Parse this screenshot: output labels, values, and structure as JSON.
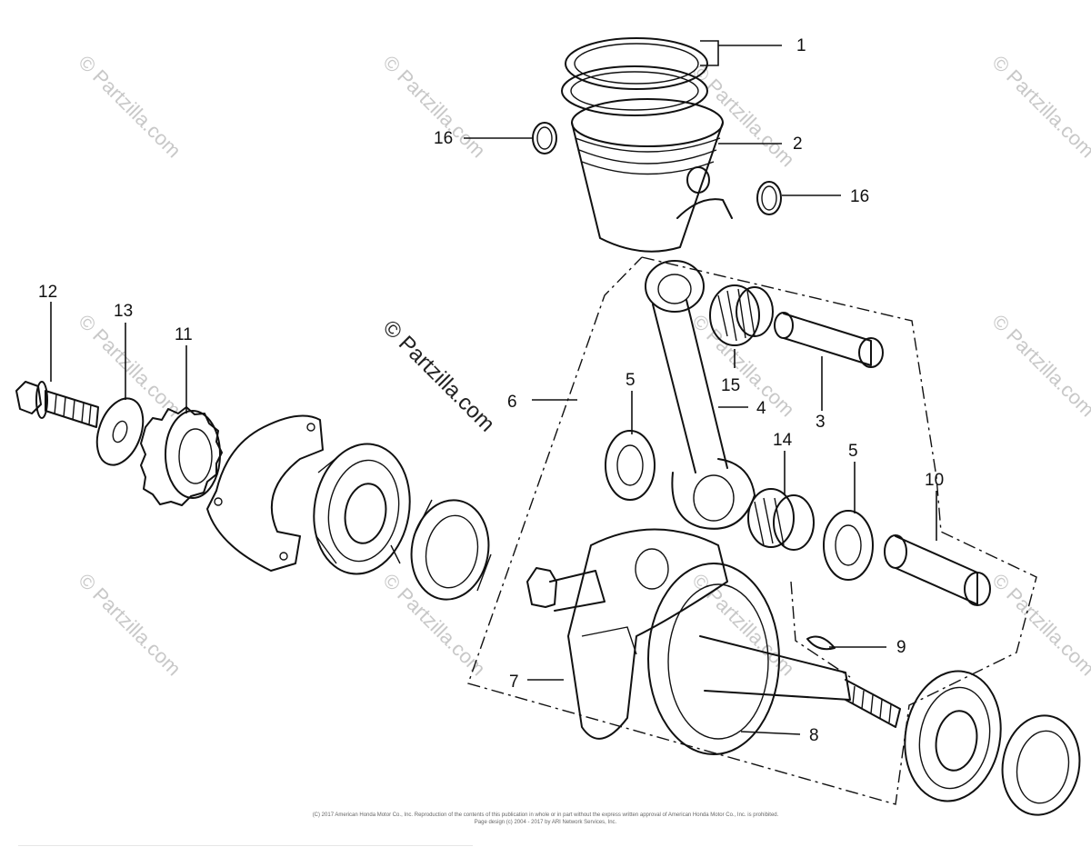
{
  "watermark": {
    "main_text": "© Partzilla.com",
    "faint_text": "© Partzilla.com"
  },
  "callouts": [
    "1",
    "2",
    "16",
    "16",
    "12",
    "13",
    "11",
    "6",
    "5",
    "15",
    "4",
    "3",
    "14",
    "5",
    "10",
    "9",
    "7",
    "8"
  ],
  "footer": {
    "line1": "(C) 2017 American Honda Motor Co., Inc. Reproduction of the contents of this publication in whole or in part without the express written approval of American Honda Motor Co., Inc. is prohibited.",
    "line2": "Page design (c) 2004 - 2017 by ARI Network Services, Inc."
  },
  "colors": {
    "line": "#111111",
    "watermark": "#c8c8c8",
    "background": "#ffffff"
  }
}
